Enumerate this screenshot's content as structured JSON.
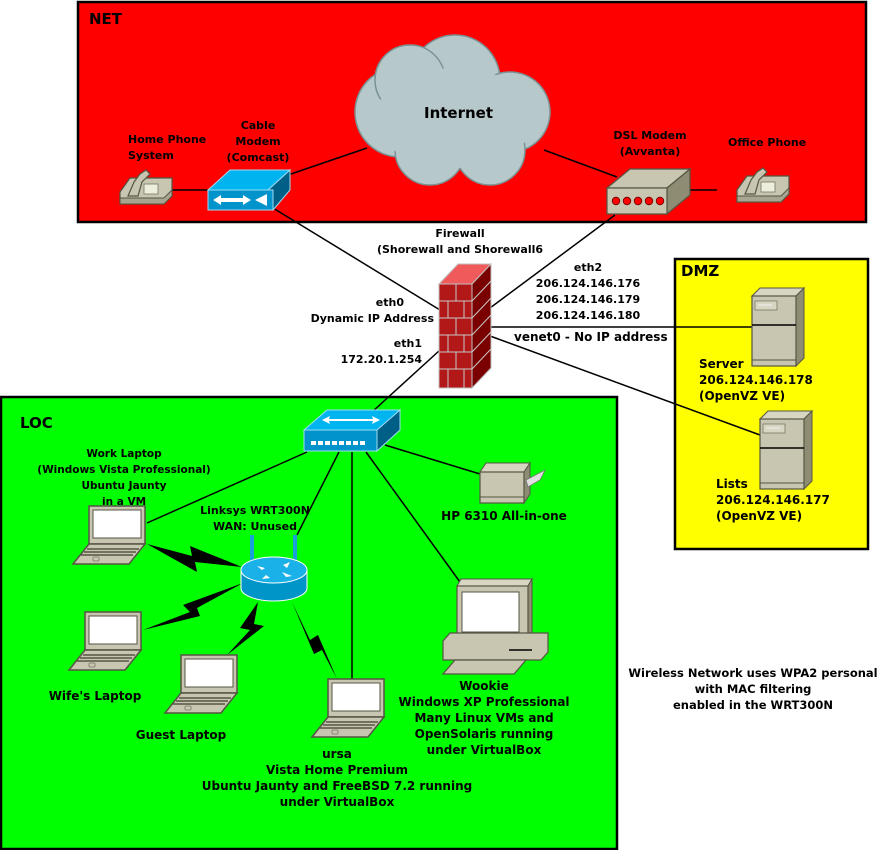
{
  "zones": {
    "net": {
      "title": "NET",
      "color": "#ff0000"
    },
    "dmz": {
      "title": "DMZ",
      "color": "#ffff00"
    },
    "loc": {
      "title": "LOC",
      "color": "#00ff00"
    }
  },
  "net_devices": {
    "internet": {
      "label": "Internet"
    },
    "home_phone": {
      "lines": [
        "Home Phone",
        "System"
      ]
    },
    "cable_modem": {
      "lines": [
        "Cable",
        "Modem",
        "(Comcast)"
      ]
    },
    "dsl_modem": {
      "lines": [
        "DSL Modem",
        "(Avvanta)"
      ]
    },
    "office_phone": {
      "lines": [
        "Office Phone"
      ]
    }
  },
  "firewall": {
    "lines": [
      "Firewall",
      "(Shorewall and Shorewall6"
    ],
    "interfaces": {
      "eth0": [
        "eth0",
        "Dynamic IP Address"
      ],
      "eth1": [
        "eth1",
        "172.20.1.254"
      ],
      "eth2": [
        "eth2",
        "206.124.146.176",
        "206.124.146.179",
        "206.124.146.180"
      ],
      "venet0": [
        "venet0 - No IP address"
      ]
    }
  },
  "dmz_devices": {
    "server": {
      "lines": [
        "Server",
        "206.124.146.178",
        "(OpenVZ VE)"
      ]
    },
    "lists": {
      "lines": [
        "Lists",
        "206.124.146.177",
        "(OpenVZ VE)"
      ]
    }
  },
  "loc_devices": {
    "work_laptop": {
      "lines": [
        "Work Laptop",
        "(Windows Vista Professional)",
        "Ubuntu Jaunty",
        "in a VM"
      ]
    },
    "router": {
      "lines": [
        "Linksys WRT300N",
        "WAN: Unused"
      ]
    },
    "printer": {
      "lines": [
        "HP 6310 All-in-one"
      ]
    },
    "wifes_laptop": {
      "lines": [
        "Wife's Laptop"
      ]
    },
    "guest_laptop": {
      "lines": [
        "Guest Laptop"
      ]
    },
    "ursa": {
      "lines": [
        "ursa",
        "Vista Home Premium",
        "Ubuntu Jaunty and FreeBSD 7.2 running",
        "under VirtualBox"
      ]
    },
    "wookie": {
      "lines": [
        "Wookie",
        "Windows XP Professional",
        "Many Linux VMs and",
        "OpenSolaris running",
        "under VirtualBox"
      ]
    }
  },
  "note": {
    "lines": [
      "Wireless Network uses WPA2 personal",
      "with MAC filtering",
      "enabled in the WRT300N"
    ]
  }
}
